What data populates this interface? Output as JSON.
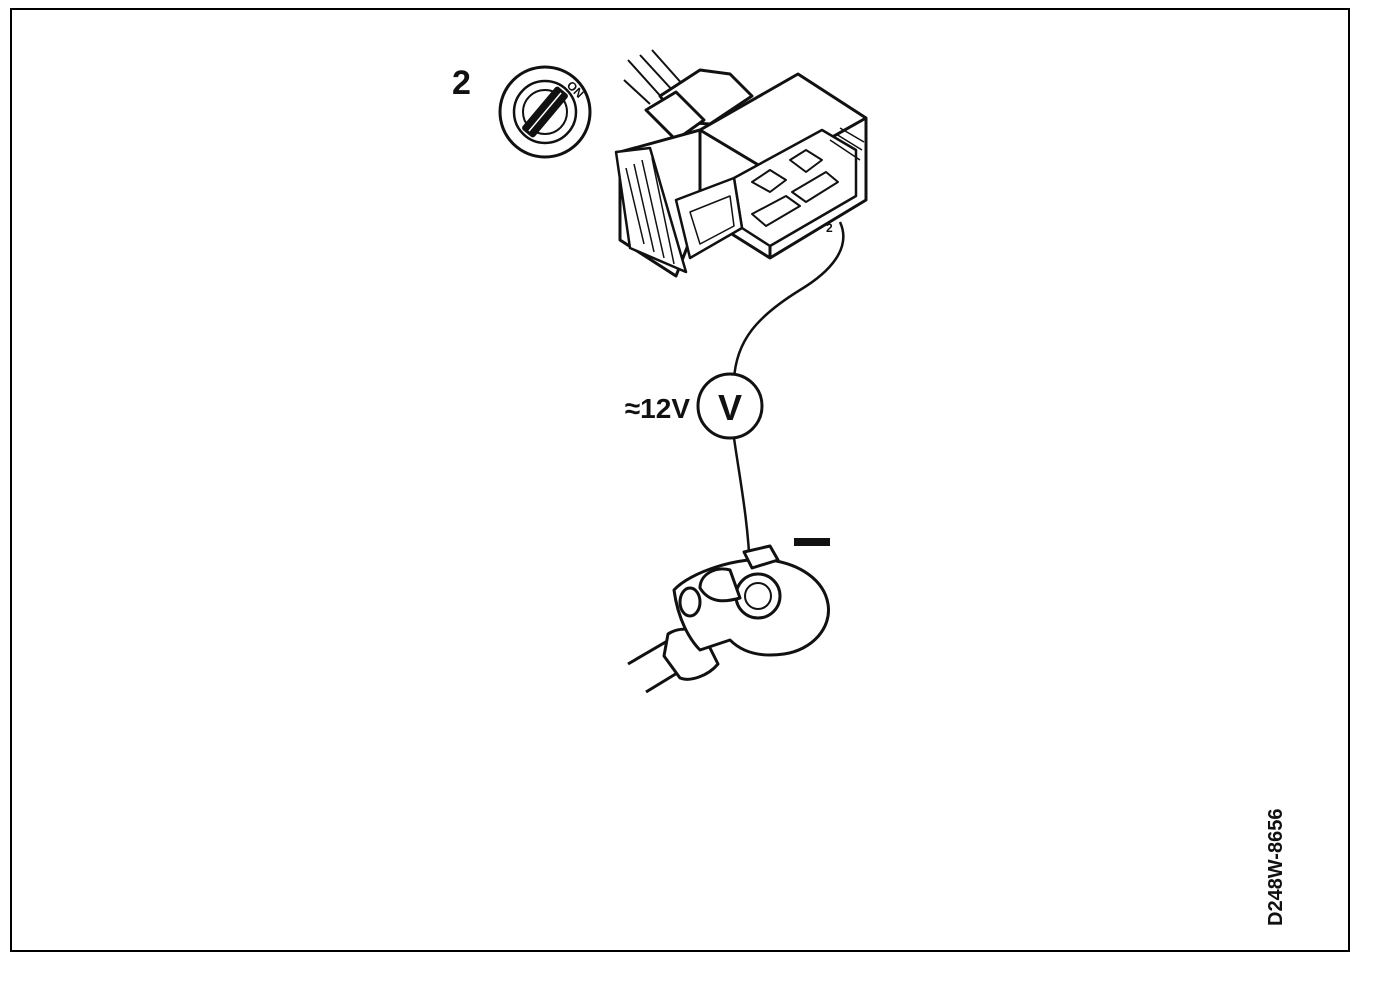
{
  "step_number": "2",
  "ignition_key": {
    "position_label": "ON",
    "icon": "ignition-key-icon"
  },
  "connector": {
    "pin_label": "2",
    "icon": "electrical-connector-icon"
  },
  "voltmeter": {
    "symbol": "V",
    "reading": "≈12V",
    "icon": "voltmeter-icon"
  },
  "ground": {
    "polarity": "–",
    "icon": "ground-terminal-icon"
  },
  "figure_code": "D248W-8656",
  "colors": {
    "line": "#111111",
    "background": "#ffffff"
  }
}
